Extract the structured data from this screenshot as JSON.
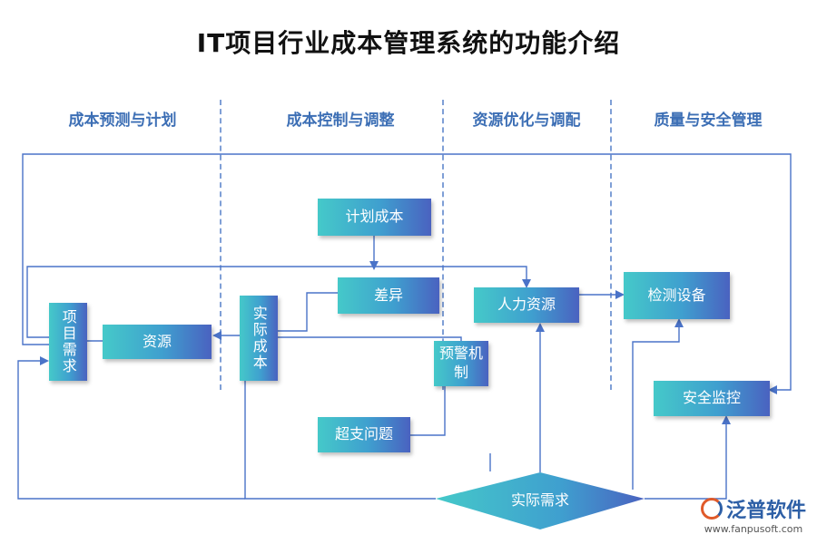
{
  "title": "IT项目行业成本管理系统的功能介绍",
  "columns": [
    {
      "label": "成本预测与计划"
    },
    {
      "label": "成本控制与调整"
    },
    {
      "label": "资源优化与调配"
    },
    {
      "label": "质量与安全管理"
    }
  ],
  "nodes": {
    "project_demand": "项目需求",
    "resources": "资源",
    "actual_cost": "实际成本",
    "plan_cost": "计划成本",
    "variance": "差异",
    "warning": "预警机制",
    "overspend": "超支问题",
    "human_resources": "人力资源",
    "inspection": "检测设备",
    "safety": "安全监控",
    "actual_demand": "实际需求"
  },
  "logo": {
    "name": "泛普软件",
    "url": "www.fanpusoft.com"
  },
  "colors": {
    "line": "#4a73c8",
    "divider": "#7f9fd6",
    "box_start": "#45c9c9",
    "box_end": "#4a62c0"
  }
}
